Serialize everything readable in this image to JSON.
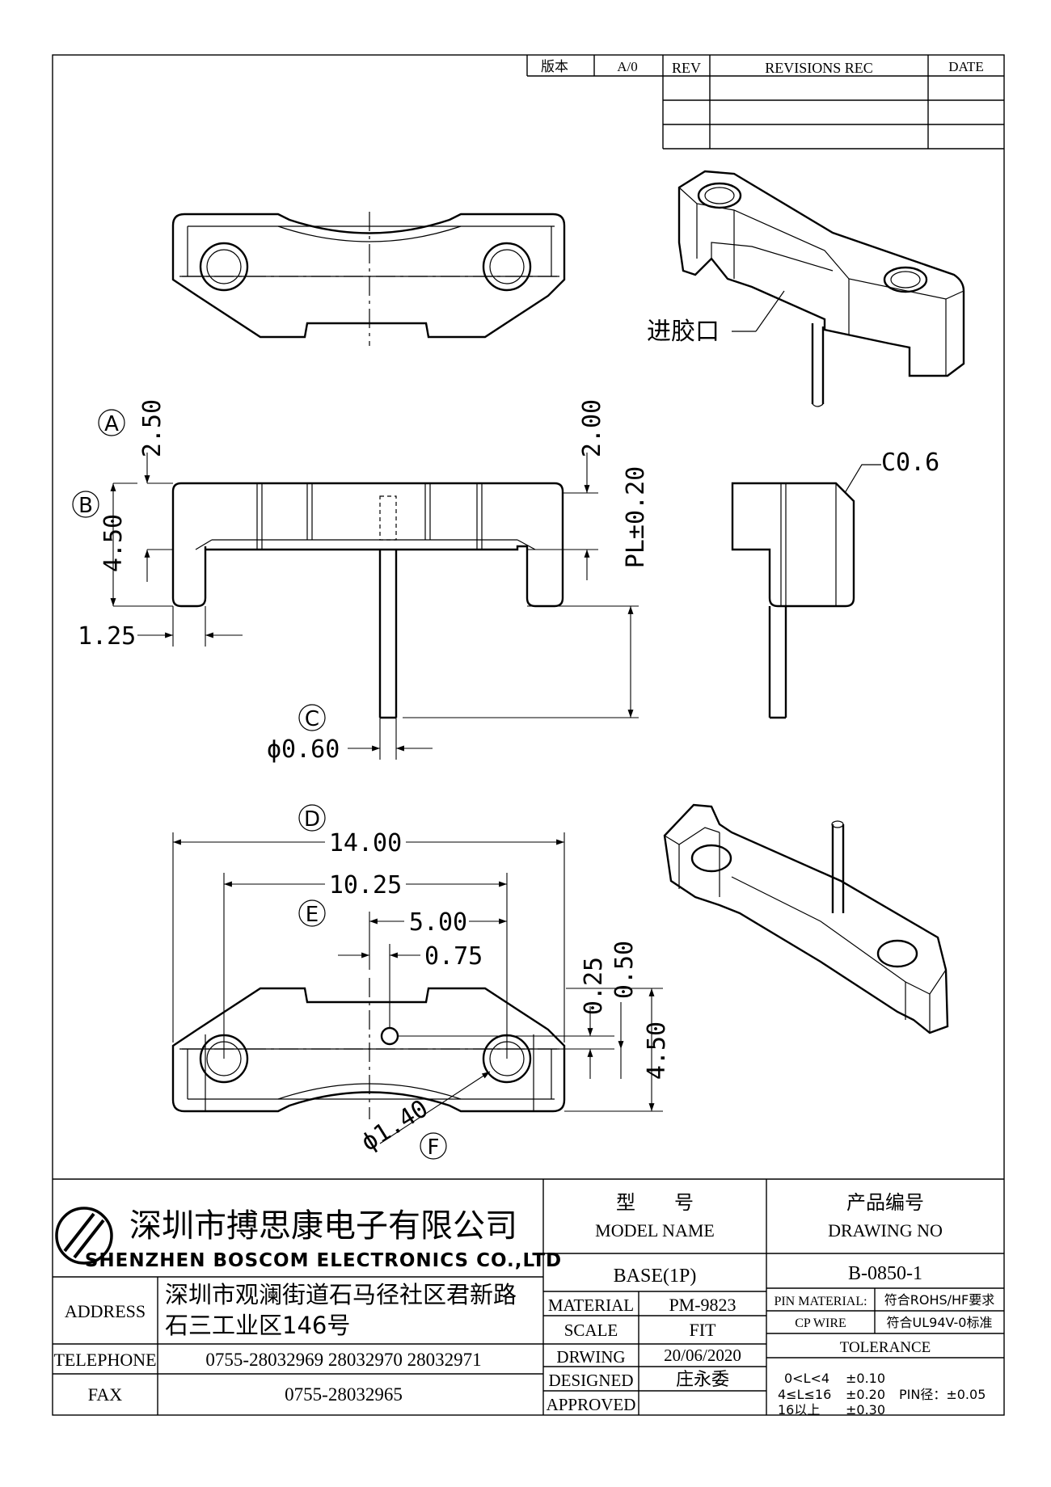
{
  "revision_table": {
    "version_label": "版本",
    "version_value": "A/0",
    "rev_label": "REV",
    "revisions_label": "REVISIONS REC",
    "date_label": "DATE"
  },
  "annotations": {
    "gate_label": "进胶口",
    "chamfer": "C0.6"
  },
  "dimensions": {
    "A": "2.50",
    "B": "4.50",
    "dim_200": "2.00",
    "pl": "PL±0.20",
    "dim_125": "1.25",
    "C_pin": "ϕ0.60",
    "D": "14.00",
    "dim_1025": "10.25",
    "E": "5.00",
    "dim_075": "0.75",
    "dim_025": "0.25",
    "dim_050": "0.50",
    "dim_450b": "4.50",
    "F_hole": "ϕ1.40"
  },
  "balloons": [
    "A",
    "B",
    "C",
    "D",
    "E",
    "F"
  ],
  "title_block": {
    "company_cn": "深圳市搏思康电子有限公司",
    "company_en": "SHENZHEN BOSCOM ELECTRONICS CO.,LTD",
    "address_label": "ADDRESS",
    "address_line1": "深圳市观澜街道石马径社区君新路",
    "address_line2": "石三工业区146号",
    "telephone_label": "TELEPHONE",
    "telephone": "0755-28032969 28032970 28032971",
    "fax_label": "FAX",
    "fax": "0755-28032965",
    "model_cn": "型　　号",
    "model_en": "MODEL NAME",
    "model_value": "BASE(1P)",
    "drawing_no_cn": "产品编号",
    "drawing_no_en": "DRAWING NO",
    "drawing_no_value": "B-0850-1",
    "material_label": "MATERIAL",
    "material_value": "PM-9823",
    "scale_label": "SCALE",
    "scale_value": "FIT",
    "drwing_label": "DRWING",
    "drwing_value": "20/06/2020",
    "designed_label": "DESIGNED",
    "designed_value": "庄永委",
    "approved_label": "APPROVED",
    "pin_material_label": "PIN MATERIAL:",
    "pin_material_value": "CP WIRE",
    "rohs": "符合ROHS/HF要求",
    "ul": "符合UL94V-0标准",
    "tolerance_label": "TOLERANCE",
    "tol_row1_range": "0<L<4",
    "tol_row1_value": "±0.10",
    "tol_row2_range": "4≤L≤16",
    "tol_row2_value": "±0.20",
    "tol_pin": "PIN径：±0.05",
    "tol_row3_range": "16以上",
    "tol_row3_value": "±0.30"
  }
}
